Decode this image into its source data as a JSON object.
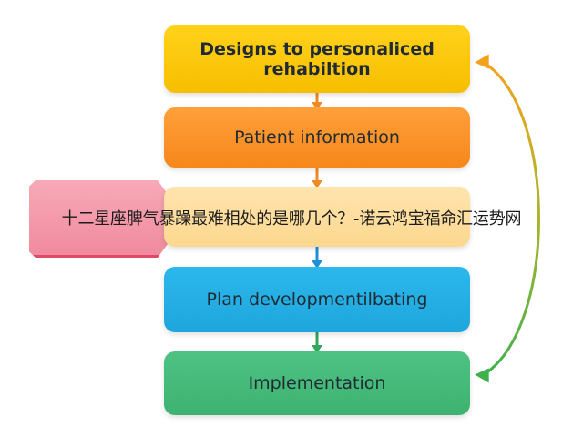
{
  "steps": [
    {
      "label": "Designs to personaliced rehabiltion"
    },
    {
      "label": "Patient information"
    },
    {
      "label": ""
    },
    {
      "label": "Plan developmentilbating"
    },
    {
      "label": "Implementation"
    }
  ],
  "overlay": {
    "text": "十二星座脾气暴躁最难相处的是哪几个？-诺云鸿宝福命汇运势网"
  },
  "colors": {
    "step1": "#f7be00",
    "step2": "#f6871b",
    "step3": "#fcd88f",
    "step4": "#1ea6dc",
    "step5": "#3eb270",
    "tag": "#f08a9f",
    "arrow_orange": "#f08a25",
    "arrow_blue": "#1e90d8",
    "arrow_green": "#2fa85c",
    "cycle_top": "#f4a21c",
    "cycle_bottom": "#3eb04e"
  }
}
